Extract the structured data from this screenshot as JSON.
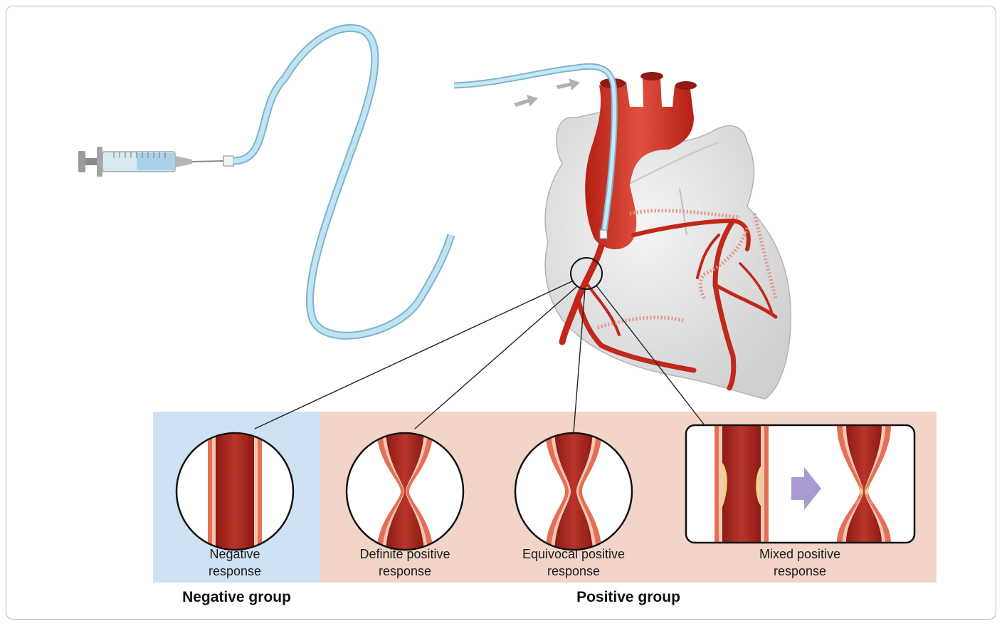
{
  "panels": {
    "negative": {
      "line1": "Negative",
      "line2": "response"
    },
    "definite": {
      "line1": "Definite positive",
      "line2": "response"
    },
    "equivocal": {
      "line1": "Equivocal positive",
      "line2": "response"
    },
    "mixed": {
      "line1": "Mixed positive",
      "line2": "response"
    }
  },
  "groups": {
    "negative": "Negative group",
    "positive": "Positive group"
  },
  "colors": {
    "negative_bg": "#cfe2f3",
    "positive_bg": "#f2d5c8",
    "vessel_red": "#c8281e",
    "vessel_dark": "#8e1a13",
    "heart_gray": "#e6e6e6",
    "catheter_blue": "#a9d8ee",
    "arrow_purple": "#a99bd1"
  }
}
